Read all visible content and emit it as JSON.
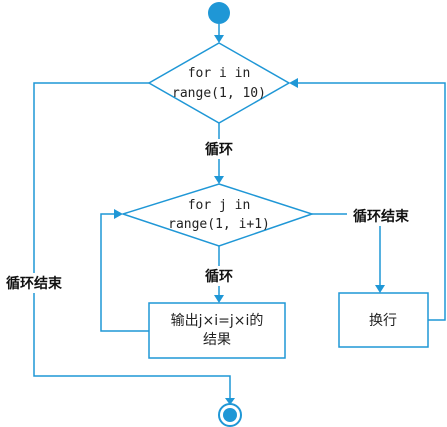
{
  "outer_loop": {
    "line1": "for i in",
    "line2": "range(1, 10)"
  },
  "inner_loop": {
    "line1": "for j in",
    "line2": "range(1, i+1)"
  },
  "output_box": {
    "line1": "输出j×i=j×i的",
    "line2": "结果"
  },
  "newline_box": {
    "label": "换行"
  },
  "edge_labels": {
    "outer_loop_body": "循环",
    "inner_loop_body": "循环",
    "inner_loop_end": "循环结束",
    "outer_loop_end": "循环结束"
  },
  "colors": {
    "stroke": "#1f97d6",
    "fill": "#ffffff",
    "text": "#222222"
  }
}
